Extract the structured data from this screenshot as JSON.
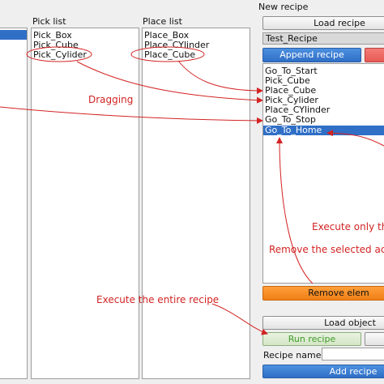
{
  "headers": {
    "pick_list": "Pick list",
    "place_list": "Place list",
    "new_recipe": "New recipe"
  },
  "pick_list": [
    "Pick_Box",
    "Pick_Cube",
    "Pick_Cylider"
  ],
  "place_list": [
    "Place_Box",
    "Place_CYlinder",
    "Place_Cube"
  ],
  "recipe_name_display": "Test_Recipe",
  "recipe_steps": [
    "Go_To_Start",
    "Pick_Cube",
    "Place_Cube",
    "Pick_Cylider",
    "Place_CYlinder",
    "Go_To_Stop",
    "Go_To_Home"
  ],
  "selected_step": "Go_To_Home",
  "buttons": {
    "load_recipe": "Load recipe",
    "append_recipe": "Append recipe",
    "remove_element": "Remove elem",
    "load_objects": "Load object",
    "run_recipe": "Run recipe",
    "add_recipe": "Add recipe"
  },
  "labels": {
    "recipe_name": "Recipe name:"
  },
  "annotations": {
    "dragging": "Dragging",
    "execute_only": "Execute only the",
    "remove_selected": "Remove the selected acti",
    "execute_entire": "Execute the entire recipe"
  },
  "colors": {
    "annotation": "#d32323",
    "selection": "#2f6fc6",
    "append_button": "#3b7fd6",
    "remove_button": "#f0831c",
    "run_text": "#3f9a2a"
  }
}
